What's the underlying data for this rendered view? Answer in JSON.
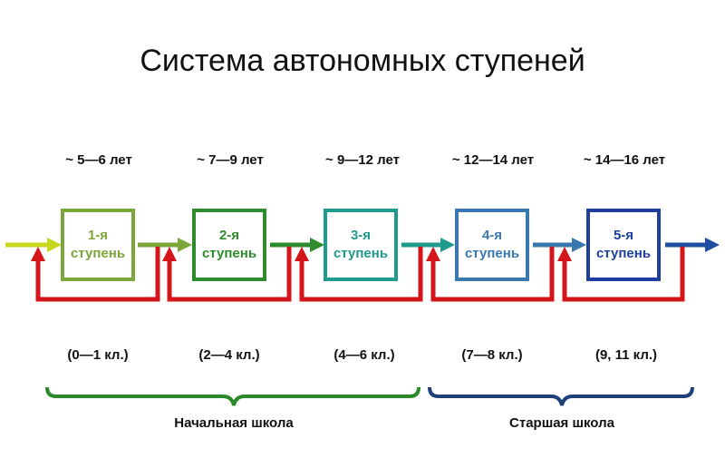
{
  "title": "Система автономных ступеней",
  "stages": [
    {
      "label_line1": "1-я",
      "label_line2": "ступень",
      "age": "~ 5—6 лет",
      "grades": "(0—1 кл.)",
      "color": "#7aa63a"
    },
    {
      "label_line1": "2-я",
      "label_line2": "ступень",
      "age": "~ 7—9 лет",
      "grades": "(2—4 кл.)",
      "color": "#2e8b2e"
    },
    {
      "label_line1": "3-я",
      "label_line2": "ступень",
      "age": "~ 9—12 лет",
      "grades": "(4—6 кл.)",
      "color": "#1e9b8c"
    },
    {
      "label_line1": "4-я",
      "label_line2": "ступень",
      "age": "~ 12—14 лет",
      "grades": "(7—8 кл.)",
      "color": "#3a78b0"
    },
    {
      "label_line1": "5-я",
      "label_line2": "ступень",
      "age": "~ 14—16 лет",
      "grades": "(9, 11 кл.)",
      "color": "#1f3f9e"
    }
  ],
  "schools": {
    "primary": {
      "label": "Начальная школа",
      "color": "#2a8a2a"
    },
    "senior": {
      "label": "Старшая школа",
      "color": "#1f3f7a"
    }
  },
  "colors": {
    "feedback": "#d4161b",
    "input_arrow": "#c8d61e",
    "output_arrow": "#1f4fa0"
  }
}
